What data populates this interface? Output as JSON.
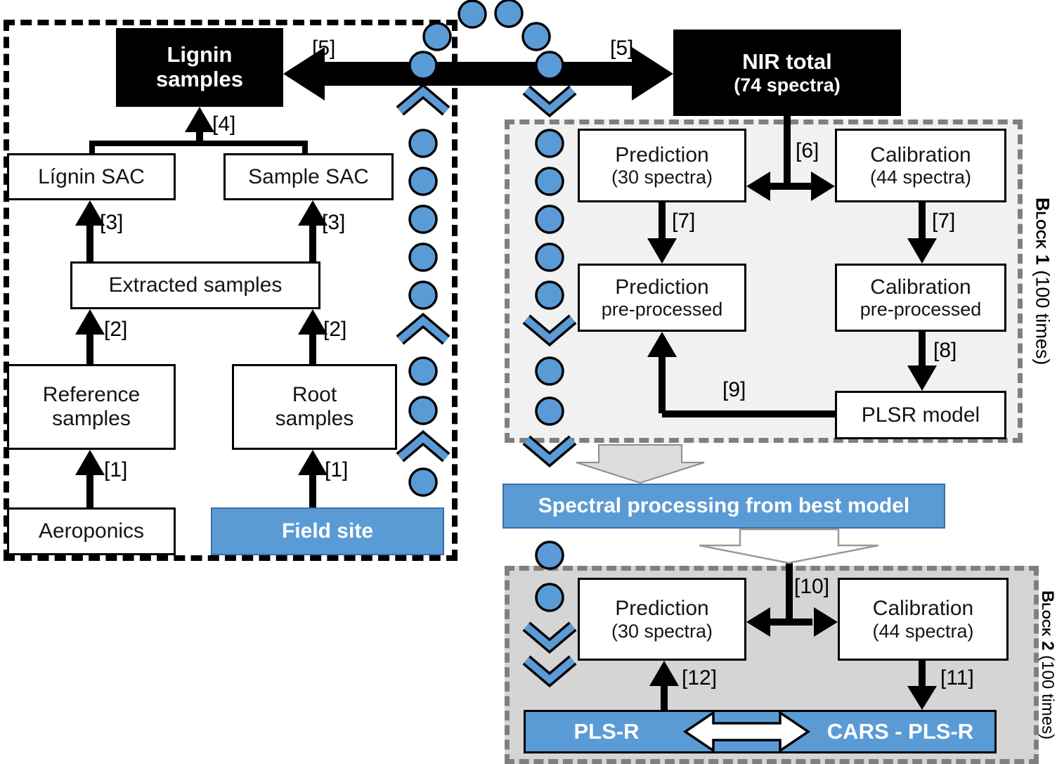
{
  "colors": {
    "accent": "#5b9bd5",
    "ink": "#000000",
    "b1fill": "#f1f1f1",
    "b2fill": "#d5d5d5",
    "dash": "#7f7f7f",
    "grayArrowFill": "#dcdcdc",
    "grayArrowStroke": "#8c8c8c"
  },
  "left_panel": {
    "lignin_samples": {
      "line1": "Lignin",
      "line2": "samples"
    },
    "lignin_sac": "Lígnin SAC",
    "sample_sac": "Sample SAC",
    "extracted_samples": "Extracted samples",
    "reference_samples": {
      "line1": "Reference",
      "line2": "samples"
    },
    "root_samples": {
      "line1": "Root",
      "line2": "samples"
    },
    "aeroponics": "Aeroponics",
    "field_site": "Field site"
  },
  "nir_total": {
    "line1": "NIR total",
    "line2": "(74 spectra)"
  },
  "block1": {
    "label_bold": "Block 1",
    "label_rest": " (100 times)",
    "prediction": {
      "line1": "Prediction",
      "line2": "(30 spectra)"
    },
    "calibration": {
      "line1": "Calibration",
      "line2": "(44 spectra)"
    },
    "prediction_pre": {
      "line1": "Prediction",
      "line2": "pre-processed"
    },
    "calibration_pre": {
      "line1": "Calibration",
      "line2": "pre-processed"
    },
    "plsr_model": "PLSR model"
  },
  "spectral_bar": {
    "label": "Spectral processing from best model"
  },
  "block2": {
    "label_bold": "Block 2",
    "label_rest": " (100 times)",
    "prediction": {
      "line1": "Prediction",
      "line2": "(30 spectra)"
    },
    "calibration": {
      "line1": "Calibration",
      "line2": "(44 spectra)"
    },
    "pls_r": "PLS-R",
    "cars_pls_r": "CARS - PLS-R"
  },
  "steps": {
    "s1": "[1]",
    "s2": "[2]",
    "s3": "[3]",
    "s4": "[4]",
    "s5": "[5]",
    "s6": "[6]",
    "s7": "[7]",
    "s8": "[8]",
    "s9": "[9]",
    "s10": "[10]",
    "s11": "[11]",
    "s12": "[12]"
  }
}
